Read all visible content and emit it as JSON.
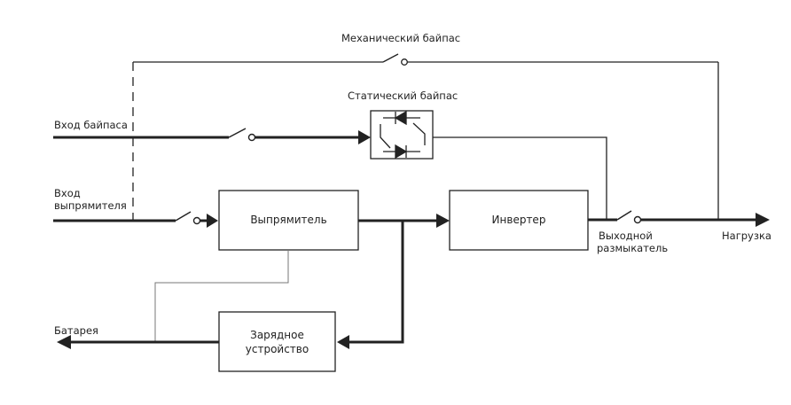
{
  "labels": {
    "mechanical_bypass": "Механический байпас",
    "static_bypass": "Статический байпас",
    "bypass_input": "Вход байпаса",
    "rectifier_input_line1": "Вход",
    "rectifier_input_line2": "выпрямителя",
    "output_breaker_line1": "Выходной",
    "output_breaker_line2": "размыкатель",
    "load": "Нагрузка",
    "battery": "Батарея"
  },
  "blocks": {
    "rectifier": "Выпрямитель",
    "inverter": "Инвертер",
    "charger_line1": "Зарядное",
    "charger_line2": "устройство"
  }
}
